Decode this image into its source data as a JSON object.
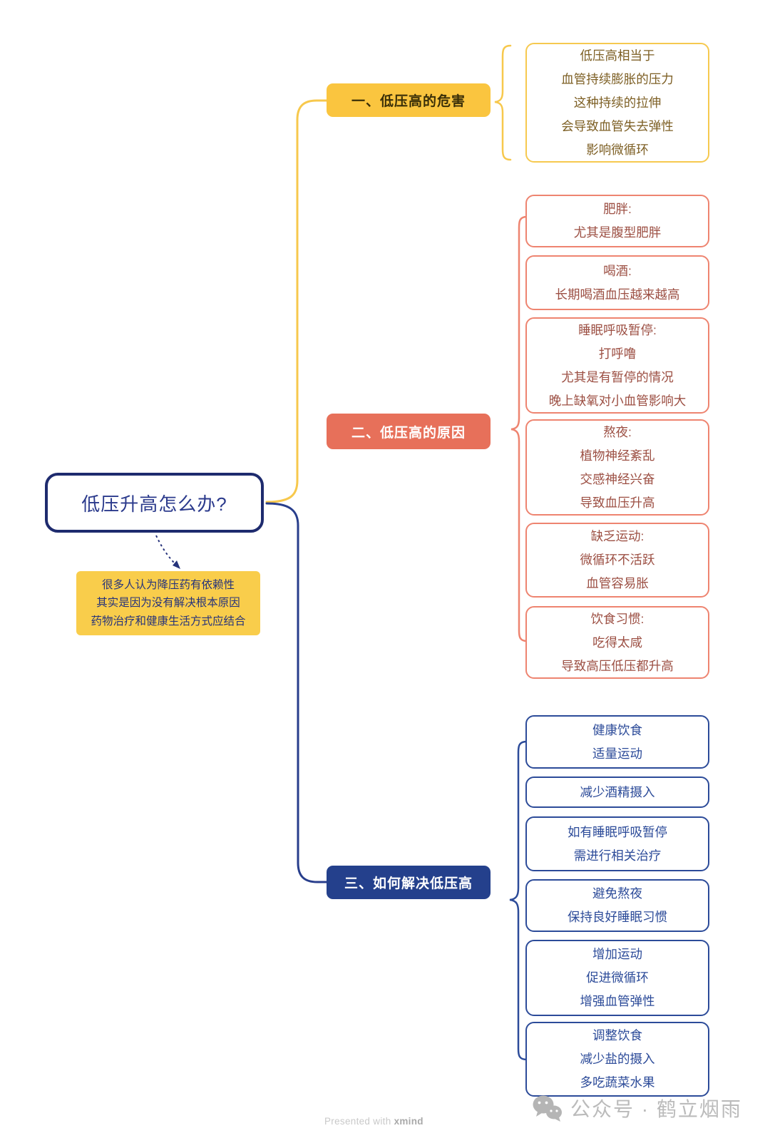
{
  "title": "低压升高怎么办?",
  "root": {
    "label": "低压升高怎么办?"
  },
  "note": {
    "text": "很多人认为降压药有依赖性\n其实是因为没有解决根本原因\n药物治疗和健康生活方式应结合"
  },
  "branches": [
    {
      "label": "一、低压高的危害",
      "color": "#FAC53F",
      "children": [
        {
          "text": "低压高相当于\n血管持续膨胀的压力\n这种持续的拉伸\n会导致血管失去弹性\n影响微循环"
        }
      ]
    },
    {
      "label": "二、低压高的原因",
      "color": "#E7705A",
      "children": [
        {
          "text": "肥胖:\n尤其是腹型肥胖"
        },
        {
          "text": "喝酒:\n长期喝酒血压越来越高"
        },
        {
          "text": "睡眠呼吸暂停:\n打呼噜\n尤其是有暂停的情况\n晚上缺氧对小血管影响大"
        },
        {
          "text": "熬夜:\n植物神经紊乱\n交感神经兴奋\n导致血压升高"
        },
        {
          "text": "缺乏运动:\n微循环不活跃\n血管容易胀"
        },
        {
          "text": "饮食习惯:\n吃得太咸\n导致高压低压都升高"
        }
      ]
    },
    {
      "label": "三、如何解决低压高",
      "color": "#24408C",
      "children": [
        {
          "text": "健康饮食\n适量运动"
        },
        {
          "text": "减少酒精摄入"
        },
        {
          "text": "如有睡眠呼吸暂停\n需进行相关治疗"
        },
        {
          "text": "避免熬夜\n保持良好睡眠习惯"
        },
        {
          "text": "增加运动\n促进微循环\n增强血管弹性"
        },
        {
          "text": "调整饮食\n减少盐的摄入\n多吃蔬菜水果"
        }
      ]
    }
  ],
  "footer": {
    "presented_prefix": "Presented with ",
    "presented_brand": "xmind",
    "wechat_label": "公众号 · 鹤立烟雨"
  },
  "colors": {
    "yellow_fill": "#FAC53F",
    "yellow_line": "#F7C84C",
    "note_fill": "#F9CD4B",
    "salmon_fill": "#E7705A",
    "salmon_line": "#EE8470",
    "maroon_text": "#9C4F43",
    "navy_fill": "#24408C",
    "navy_line": "#2C4B99",
    "root_border": "#1E2B6E",
    "root_text": "#2B3A8C",
    "brown_text": "#7D5F24",
    "footer_gray": "#BBBBBB"
  }
}
